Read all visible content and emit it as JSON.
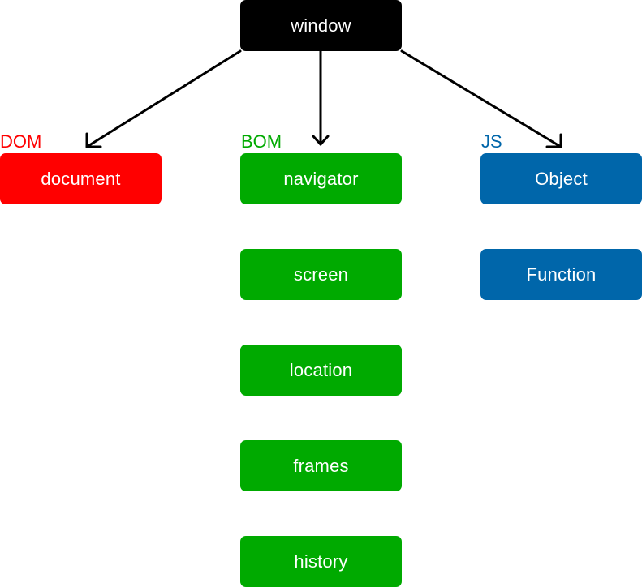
{
  "colors": {
    "root": "#000000",
    "dom": "#ff0000",
    "bom": "#00aa00",
    "js": "#0066aa"
  },
  "root": {
    "label": "window"
  },
  "groups": {
    "dom": {
      "label": "DOM",
      "items": [
        "document"
      ]
    },
    "bom": {
      "label": "BOM",
      "items": [
        "navigator",
        "screen",
        "location",
        "frames",
        "history"
      ]
    },
    "js": {
      "label": "JS",
      "items": [
        "Object",
        "Function"
      ]
    }
  }
}
